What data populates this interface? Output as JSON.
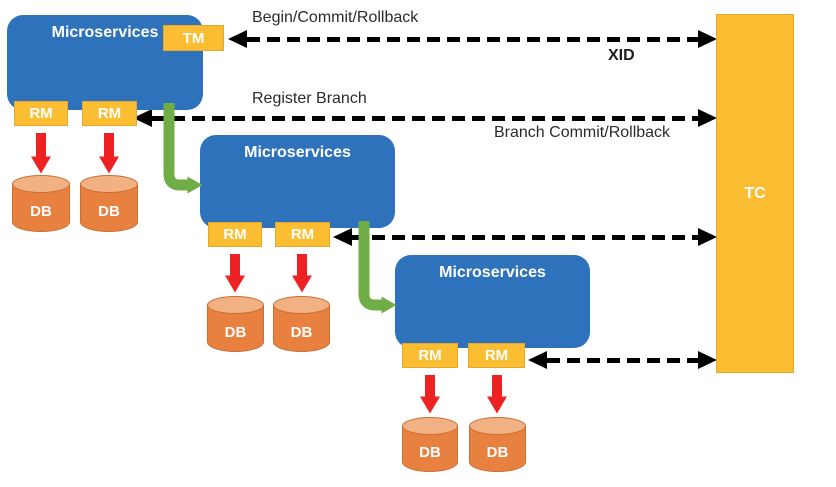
{
  "services": [
    {
      "label": "Microservices",
      "tm_label": "TM",
      "rms": [
        "RM",
        "RM"
      ],
      "dbs": [
        "DB",
        "DB"
      ]
    },
    {
      "label": "Microservices",
      "rms": [
        "RM",
        "RM"
      ],
      "dbs": [
        "DB",
        "DB"
      ]
    },
    {
      "label": "Microservices",
      "rms": [
        "RM",
        "RM"
      ],
      "dbs": [
        "DB",
        "DB"
      ]
    }
  ],
  "tc": {
    "label": "TC"
  },
  "edges": {
    "begin_commit_rollback": "Begin/Commit/Rollback",
    "xid": "XID",
    "register_branch": "Register Branch",
    "branch_commit_rollback": "Branch Commit/Rollback"
  },
  "colors": {
    "service_blue": "#2F72BC",
    "badge_gold": "#FBBE33",
    "db_orange": "#E8813F",
    "db_orange_light": "#F2B183",
    "arrow_red": "#EE2222",
    "arrow_green": "#70AD47",
    "connector_black": "#000000"
  }
}
